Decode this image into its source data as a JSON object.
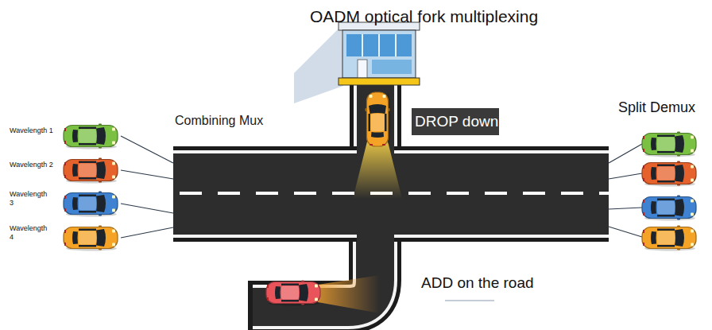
{
  "diagram": {
    "title": "OADM optical fork multiplexing",
    "nodes": [
      {
        "text": [
          "Wavelength 1"
        ]
      },
      {
        "text": [
          "Wavelength 2"
        ]
      },
      {
        "text": [
          "Wavelength 3"
        ]
      },
      {
        "text": [
          "Wavelength 4"
        ]
      },
      {
        "text": [
          "Combining Mux"
        ]
      },
      {
        "text": [
          "DROP down"
        ]
      }
    ],
    "edges": [
      {
        "from": 0,
        "to": 4,
        "arrow": "none"
      },
      {
        "from": 1,
        "to": 4,
        "arrow": "none"
      },
      {
        "from": 2,
        "to": 4,
        "arrow": "none"
      },
      {
        "from": 3,
        "to": 4,
        "arrow": "none"
      }
    ],
    "labels": [
      "Split Demux",
      "ADD on the road"
    ]
  }
}
